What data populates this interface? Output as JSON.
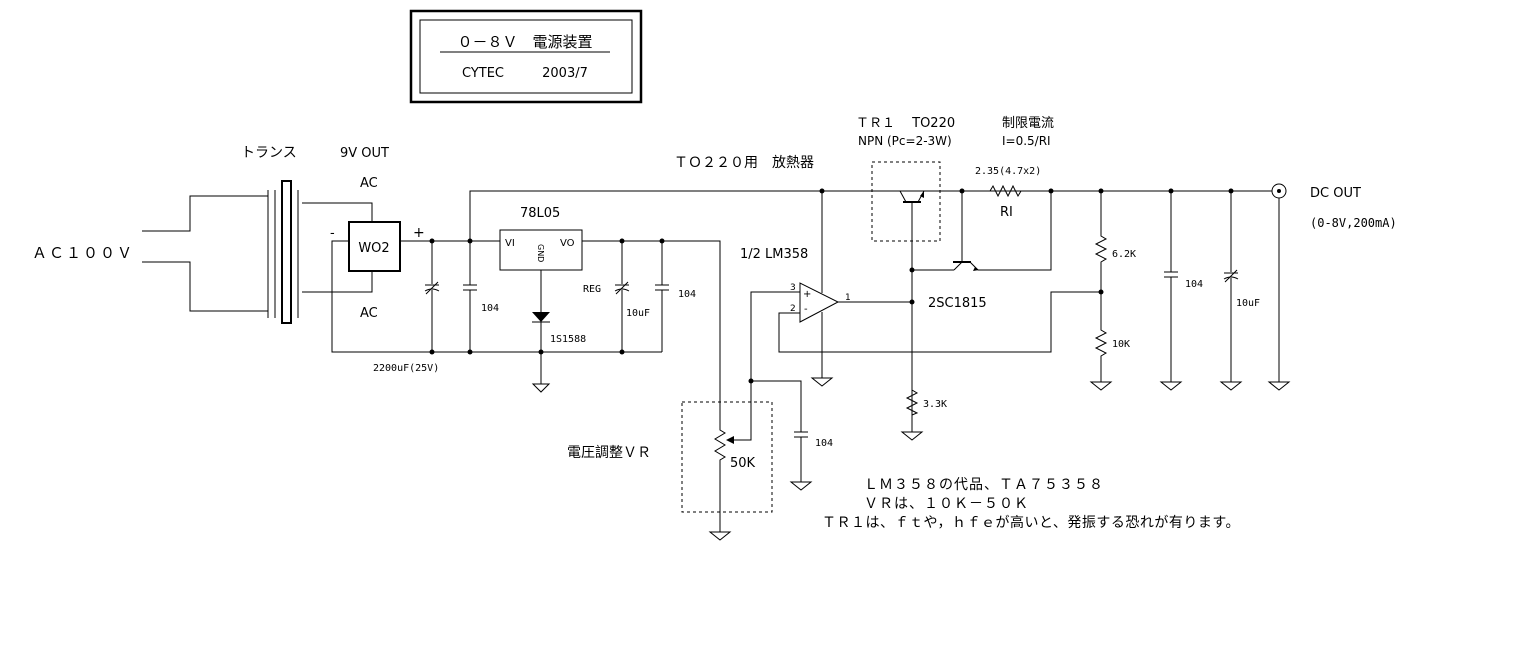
{
  "title_box": {
    "title": "０－８Ｖ　電源装置",
    "maker": "CYTEC",
    "date": "2003/7"
  },
  "labels": {
    "ac_input": "ＡＣ１００Ｖ",
    "transformer": "トランス",
    "transformer_out": "9V OUT",
    "ac_top": "AC",
    "ac_bottom": "AC",
    "bridge": "WO2",
    "minus": "-",
    "plus": "+",
    "cap_2200": "2200uF(25V)",
    "cap_104_a": "104",
    "reg_name": "78L05",
    "reg_vi": "VI",
    "reg_vo": "VO",
    "reg_gnd": "GND",
    "diode": "1S1588",
    "reg_label": "REG",
    "cap_10uf_a": "10uF",
    "cap_104_b": "104",
    "heatsink": "ＴＯ２２０用　放熱器",
    "tr1_name": "ＴＲ１　 TO220",
    "tr1_spec": "NPN (Pc=2-3W)",
    "limit_title": "制限電流",
    "limit_formula": "I=0.5/RI",
    "ri_value": "2.35(4.7x2)",
    "ri": "RI",
    "opamp": "1/2 LM358",
    "pin3": "3",
    "pin2": "2",
    "pin1": "1",
    "opamp_plus": "+",
    "opamp_minus": "-",
    "tr2": "2SC1815",
    "r_3k3": "3.3K",
    "r_6k2": "6.2K",
    "r_10k": "10K",
    "cap_104_c": "104",
    "cap_10uf_b": "10uF",
    "dc_out": "DC OUT",
    "dc_out_spec": "(0-8V,200mA)",
    "vr_title": "電圧調整ＶＲ",
    "vr_value": "50K",
    "cap_104_d": "104"
  },
  "notes": [
    "ＬＭ３５８の代品、ＴＡ７５３５８",
    "ＶＲは、１０Ｋ－５０Ｋ",
    "ＴＲ１は、ｆｔや，ｈｆｅが高いと、発振する恐れが有ります。"
  ]
}
